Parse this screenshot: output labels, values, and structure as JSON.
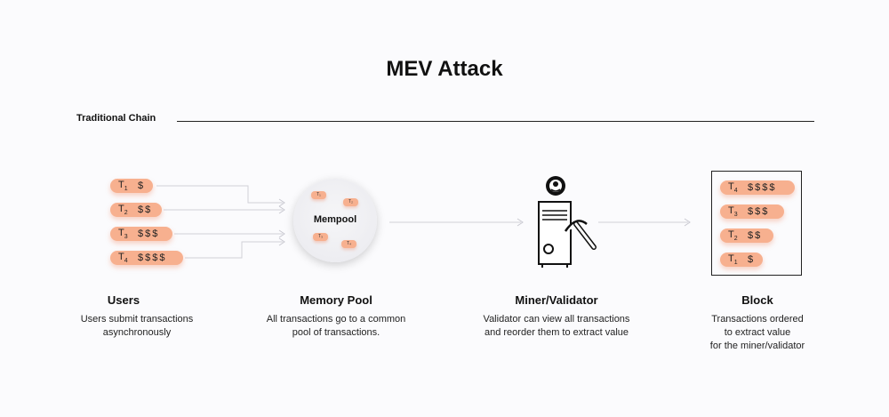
{
  "title": "MEV Attack",
  "section": {
    "label": "Traditional Chain"
  },
  "users": {
    "title": "Users",
    "description": "Users submit transactions\nasynchronously",
    "transactions": [
      {
        "label": "T",
        "sub": "1",
        "amount": "$"
      },
      {
        "label": "T",
        "sub": "2",
        "amount": "$$"
      },
      {
        "label": "T",
        "sub": "3",
        "amount": "$$$"
      },
      {
        "label": "T",
        "sub": "4",
        "amount": "$$$$"
      }
    ]
  },
  "mempool": {
    "label": "Mempool",
    "title": "Memory Pool",
    "description": "All transactions go to a common\npool of transactions.",
    "mini_labels": [
      "T₁",
      "T₂",
      "T₃",
      "T₄"
    ]
  },
  "miner": {
    "title": "Miner/Validator",
    "description": "Validator can view all transactions\nand reorder them to extract value",
    "icons": [
      "server-icon",
      "pickaxe-icon",
      "miner-head-icon"
    ]
  },
  "block": {
    "title": "Block",
    "description": "Transactions ordered\nto extract value\nfor the miner/validator",
    "transactions": [
      {
        "label": "T",
        "sub": "4",
        "amount": "$$$$"
      },
      {
        "label": "T",
        "sub": "3",
        "amount": "$$$"
      },
      {
        "label": "T",
        "sub": "2",
        "amount": "$$"
      },
      {
        "label": "T",
        "sub": "1",
        "amount": "$"
      }
    ]
  },
  "colors": {
    "pill": "#f7b08f",
    "line": "#d0d0d8",
    "ink": "#111111"
  }
}
